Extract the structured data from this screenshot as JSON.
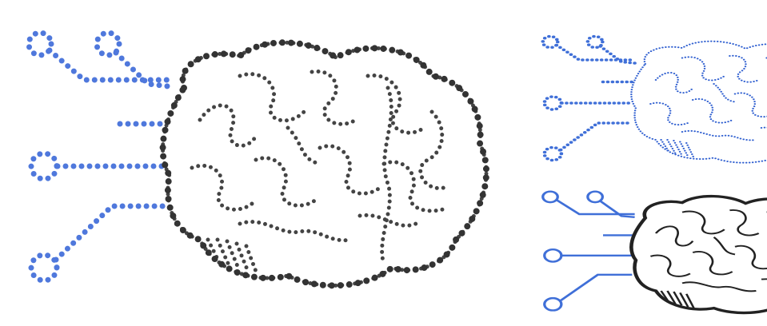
{
  "illustration": {
    "icons": [
      {
        "name": "mosaic-brain-circuit-icon",
        "style": "dotted mosaic, gray brain with blue circuit"
      },
      {
        "name": "blue-dotted-brain-circuit-icon",
        "style": "blue dotted"
      },
      {
        "name": "solid-brain-circuit-icon",
        "style": "black brain outline with blue circuit lines"
      }
    ],
    "colors": {
      "brain_gray": "#4a4a4a",
      "brain_dark": "#222222",
      "circuit_blue": "#3f6fd8",
      "circuit_light_blue": "#6d8fe0",
      "background": "#ffffff"
    }
  }
}
